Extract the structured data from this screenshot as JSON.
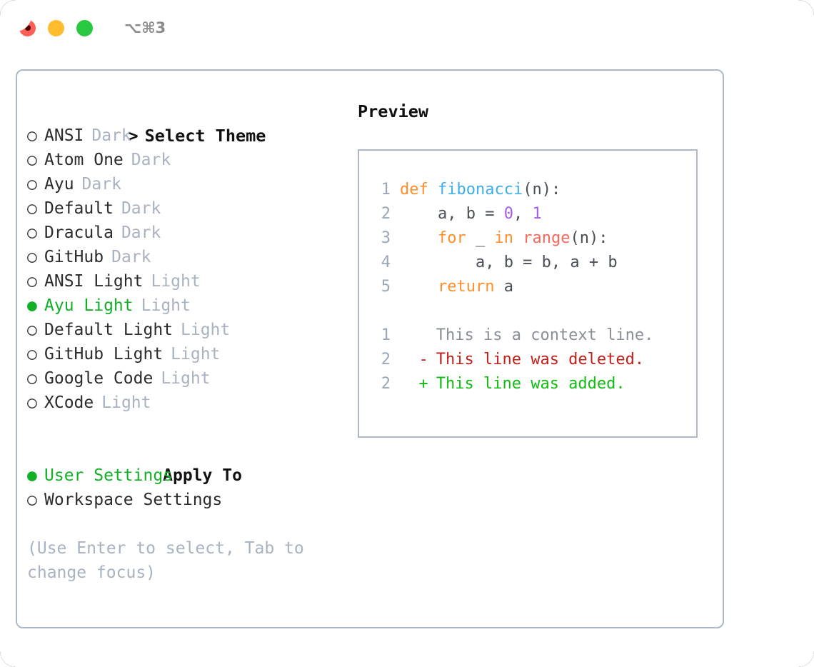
{
  "window": {
    "shortcut_label": "⌥⌘3",
    "traffic_lights": [
      "close-red",
      "minimize-yellow",
      "maximize-green"
    ]
  },
  "theme_picker": {
    "header": "Select Theme",
    "header_caret": ">",
    "marker_selected": "●",
    "marker_unselected": "○",
    "items": [
      {
        "name": "ANSI",
        "category": "Dark",
        "selected": false
      },
      {
        "name": "Atom One",
        "category": "Dark",
        "selected": false
      },
      {
        "name": "Ayu",
        "category": "Dark",
        "selected": false
      },
      {
        "name": "Default",
        "category": "Dark",
        "selected": false
      },
      {
        "name": "Dracula",
        "category": "Dark",
        "selected": false
      },
      {
        "name": "GitHub",
        "category": "Dark",
        "selected": false
      },
      {
        "name": "ANSI Light",
        "category": "Light",
        "selected": false
      },
      {
        "name": "Ayu Light",
        "category": "Light",
        "selected": true
      },
      {
        "name": "Default Light",
        "category": "Light",
        "selected": false
      },
      {
        "name": "GitHub Light",
        "category": "Light",
        "selected": false
      },
      {
        "name": "Google Code",
        "category": "Light",
        "selected": false
      },
      {
        "name": "XCode",
        "category": "Light",
        "selected": false
      }
    ]
  },
  "apply_to": {
    "label": "Apply To",
    "options": [
      {
        "name": "User Settings",
        "selected": true
      },
      {
        "name": "Workspace Settings",
        "selected": false
      }
    ]
  },
  "hint": "(Use Enter to select, Tab to change focus)",
  "preview": {
    "title": "Preview",
    "code_lines": [
      {
        "number": "1",
        "tokens": [
          {
            "text": "def ",
            "type": "kw"
          },
          {
            "text": "fibonacci",
            "type": "fn"
          },
          {
            "text": "(n):",
            "type": "punct"
          }
        ]
      },
      {
        "number": "2",
        "tokens": [
          {
            "text": "    a, b = ",
            "type": "plain"
          },
          {
            "text": "0",
            "type": "num"
          },
          {
            "text": ", ",
            "type": "plain"
          },
          {
            "text": "1",
            "type": "num"
          }
        ]
      },
      {
        "number": "3",
        "tokens": [
          {
            "text": "    for",
            "type": "kw"
          },
          {
            "text": " _ ",
            "type": "plain"
          },
          {
            "text": "in",
            "type": "kw"
          },
          {
            "text": " ",
            "type": "plain"
          },
          {
            "text": "range",
            "type": "build"
          },
          {
            "text": "(n):",
            "type": "punct"
          }
        ]
      },
      {
        "number": "4",
        "tokens": [
          {
            "text": "        a, b = b, a + b",
            "type": "plain"
          }
        ]
      },
      {
        "number": "5",
        "tokens": [
          {
            "text": "    return",
            "type": "kw"
          },
          {
            "text": " a",
            "type": "plain"
          }
        ]
      }
    ],
    "diff_lines": [
      {
        "number": "1",
        "sign": " ",
        "text": "This is a context line.",
        "kind": "context"
      },
      {
        "number": "2",
        "sign": "-",
        "text": "This line was deleted.",
        "kind": "deleted"
      },
      {
        "number": "2",
        "sign": "+",
        "text": "This line was added.",
        "kind": "added"
      }
    ]
  },
  "colors": {
    "accent_green": "#11b027",
    "border": "#adb8c9",
    "muted_text": "#a9b2c0",
    "line_number": "#9aa7b8",
    "keyword": "#ff8f2b",
    "function": "#3daee9",
    "number_literal": "#a45ee5",
    "builtin": "#f6685e",
    "diff_deleted": "#c0201a",
    "diff_added": "#12bb12",
    "diff_context": "#8a8f98",
    "traffic_red": "#ff5f57",
    "traffic_yellow": "#febc2e",
    "traffic_green": "#28c840"
  }
}
